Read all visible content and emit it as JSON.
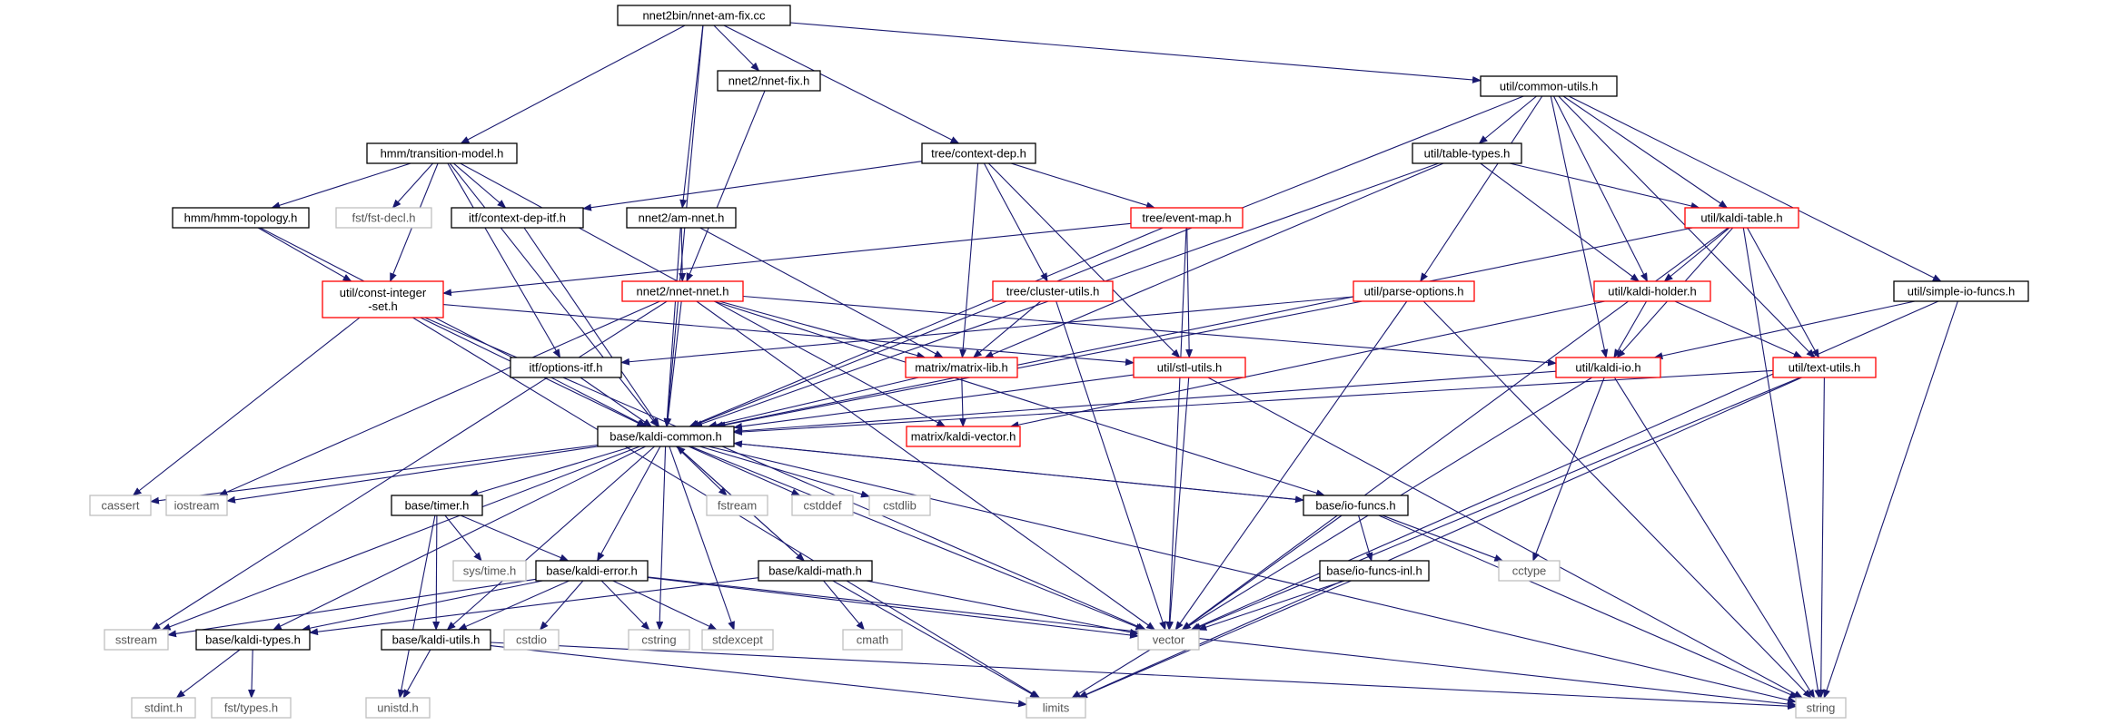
{
  "graph": {
    "colors": {
      "edge": "#191970",
      "root_fill": "#bfbfbf",
      "root_border": "#000000",
      "documented_border": "#000000",
      "incomplete_border": "#ff0000",
      "external_border": "#bfbfbf",
      "external_text": "#555555",
      "text": "#000000"
    },
    "nodes": [
      {
        "id": "root",
        "label": "nnet2bin/nnet-am-fix.cc",
        "kind": "root"
      },
      {
        "id": "nnetfix",
        "label": "nnet2/nnet-fix.h",
        "kind": "doc"
      },
      {
        "id": "commonutils",
        "label": "util/common-utils.h",
        "kind": "doc"
      },
      {
        "id": "transmodel",
        "label": "hmm/transition-model.h",
        "kind": "doc"
      },
      {
        "id": "contextdep",
        "label": "tree/context-dep.h",
        "kind": "doc"
      },
      {
        "id": "tabletypes",
        "label": "util/table-types.h",
        "kind": "doc"
      },
      {
        "id": "hmmtopo",
        "label": "hmm/hmm-topology.h",
        "kind": "doc"
      },
      {
        "id": "fstdecl",
        "label": "fst/fst-decl.h",
        "kind": "ext"
      },
      {
        "id": "ctxdepitf",
        "label": "itf/context-dep-itf.h",
        "kind": "doc"
      },
      {
        "id": "amnnet",
        "label": "nnet2/am-nnet.h",
        "kind": "doc"
      },
      {
        "id": "eventmap",
        "label": "tree/event-map.h",
        "kind": "red"
      },
      {
        "id": "kalditable",
        "label": "util/kaldi-table.h",
        "kind": "red"
      },
      {
        "id": "constint",
        "label": "util/const-integer\n-set.h",
        "kind": "red"
      },
      {
        "id": "nnetnnet",
        "label": "nnet2/nnet-nnet.h",
        "kind": "red"
      },
      {
        "id": "clusterutils",
        "label": "tree/cluster-utils.h",
        "kind": "red"
      },
      {
        "id": "parseopts",
        "label": "util/parse-options.h",
        "kind": "red"
      },
      {
        "id": "kaldiholder",
        "label": "util/kaldi-holder.h",
        "kind": "red"
      },
      {
        "id": "simpleio",
        "label": "util/simple-io-funcs.h",
        "kind": "doc"
      },
      {
        "id": "optionsitf",
        "label": "itf/options-itf.h",
        "kind": "doc"
      },
      {
        "id": "matrixlib",
        "label": "matrix/matrix-lib.h",
        "kind": "red"
      },
      {
        "id": "stlutils",
        "label": "util/stl-utils.h",
        "kind": "red"
      },
      {
        "id": "kaldiio",
        "label": "util/kaldi-io.h",
        "kind": "red"
      },
      {
        "id": "textutils",
        "label": "util/text-utils.h",
        "kind": "red"
      },
      {
        "id": "kaldicommon",
        "label": "base/kaldi-common.h",
        "kind": "doc"
      },
      {
        "id": "kaldivector",
        "label": "matrix/kaldi-vector.h",
        "kind": "red"
      },
      {
        "id": "cassert",
        "label": "cassert",
        "kind": "ext"
      },
      {
        "id": "iostream",
        "label": "iostream",
        "kind": "ext"
      },
      {
        "id": "timer",
        "label": "base/timer.h",
        "kind": "doc"
      },
      {
        "id": "fstream",
        "label": "fstream",
        "kind": "ext"
      },
      {
        "id": "cstddef",
        "label": "cstddef",
        "kind": "ext"
      },
      {
        "id": "cstdlib",
        "label": "cstdlib",
        "kind": "ext"
      },
      {
        "id": "iofuncs",
        "label": "base/io-funcs.h",
        "kind": "doc"
      },
      {
        "id": "systime",
        "label": "sys/time.h",
        "kind": "ext"
      },
      {
        "id": "kaldierror",
        "label": "base/kaldi-error.h",
        "kind": "doc"
      },
      {
        "id": "kaldimath",
        "label": "base/kaldi-math.h",
        "kind": "doc"
      },
      {
        "id": "iofuncsinl",
        "label": "base/io-funcs-inl.h",
        "kind": "doc"
      },
      {
        "id": "cctype",
        "label": "cctype",
        "kind": "ext"
      },
      {
        "id": "sstream",
        "label": "sstream",
        "kind": "ext"
      },
      {
        "id": "kalditypes",
        "label": "base/kaldi-types.h",
        "kind": "doc"
      },
      {
        "id": "kaldiutils",
        "label": "base/kaldi-utils.h",
        "kind": "doc"
      },
      {
        "id": "cstdio",
        "label": "cstdio",
        "kind": "ext"
      },
      {
        "id": "cstring",
        "label": "cstring",
        "kind": "ext"
      },
      {
        "id": "stdexcept",
        "label": "stdexcept",
        "kind": "ext"
      },
      {
        "id": "cmath",
        "label": "cmath",
        "kind": "ext"
      },
      {
        "id": "vector",
        "label": "vector",
        "kind": "ext"
      },
      {
        "id": "stdint",
        "label": "stdint.h",
        "kind": "ext"
      },
      {
        "id": "fsttypes",
        "label": "fst/types.h",
        "kind": "ext"
      },
      {
        "id": "unistd",
        "label": "unistd.h",
        "kind": "ext"
      },
      {
        "id": "limits",
        "label": "limits",
        "kind": "ext"
      },
      {
        "id": "string",
        "label": "string",
        "kind": "ext"
      }
    ],
    "edges": [
      [
        "root",
        "transmodel"
      ],
      [
        "root",
        "kaldicommon"
      ],
      [
        "root",
        "amnnet"
      ],
      [
        "root",
        "nnetfix"
      ],
      [
        "root",
        "contextdep"
      ],
      [
        "root",
        "commonutils"
      ],
      [
        "nnetfix",
        "nnetnnet"
      ],
      [
        "transmodel",
        "hmmtopo"
      ],
      [
        "transmodel",
        "fstdecl"
      ],
      [
        "transmodel",
        "ctxdepitf"
      ],
      [
        "transmodel",
        "constint"
      ],
      [
        "transmodel",
        "kaldicommon"
      ],
      [
        "transmodel",
        "optionsitf"
      ],
      [
        "transmodel",
        "kaldivector"
      ],
      [
        "contextdep",
        "ctxdepitf"
      ],
      [
        "contextdep",
        "eventmap"
      ],
      [
        "contextdep",
        "matrixlib"
      ],
      [
        "contextdep",
        "clusterutils"
      ],
      [
        "contextdep",
        "stlutils"
      ],
      [
        "commonutils",
        "kaldicommon"
      ],
      [
        "commonutils",
        "tabletypes"
      ],
      [
        "commonutils",
        "parseopts"
      ],
      [
        "commonutils",
        "kalditable"
      ],
      [
        "commonutils",
        "kaldiholder"
      ],
      [
        "commonutils",
        "kaldiio"
      ],
      [
        "commonutils",
        "textutils"
      ],
      [
        "commonutils",
        "simpleio"
      ],
      [
        "hmmtopo",
        "constint"
      ],
      [
        "hmmtopo",
        "kaldicommon"
      ],
      [
        "ctxdepitf",
        "kaldicommon"
      ],
      [
        "amnnet",
        "nnetnnet"
      ],
      [
        "amnnet",
        "kaldicommon"
      ],
      [
        "amnnet",
        "matrixlib"
      ],
      [
        "tabletypes",
        "kalditable"
      ],
      [
        "tabletypes",
        "kaldiholder"
      ],
      [
        "tabletypes",
        "matrixlib"
      ],
      [
        "tabletypes",
        "kaldicommon"
      ],
      [
        "eventmap",
        "constint"
      ],
      [
        "eventmap",
        "stlutils"
      ],
      [
        "eventmap",
        "vector"
      ],
      [
        "eventmap",
        "kaldicommon"
      ],
      [
        "kalditable",
        "kaldiholder"
      ],
      [
        "kalditable",
        "kaldiio"
      ],
      [
        "kalditable",
        "textutils"
      ],
      [
        "kalditable",
        "vector"
      ],
      [
        "kalditable",
        "string"
      ],
      [
        "kalditable",
        "kaldicommon"
      ],
      [
        "constint",
        "kaldicommon"
      ],
      [
        "constint",
        "cassert"
      ],
      [
        "constint",
        "vector"
      ],
      [
        "constint",
        "limits"
      ],
      [
        "constint",
        "stlutils"
      ],
      [
        "nnetnnet",
        "kaldicommon"
      ],
      [
        "nnetnnet",
        "matrixlib"
      ],
      [
        "nnetnnet",
        "kaldiio"
      ],
      [
        "nnetnnet",
        "iostream"
      ],
      [
        "nnetnnet",
        "sstream"
      ],
      [
        "nnetnnet",
        "iofuncs"
      ],
      [
        "nnetnnet",
        "vector"
      ],
      [
        "clusterutils",
        "matrixlib"
      ],
      [
        "clusterutils",
        "vector"
      ],
      [
        "parseopts",
        "optionsitf"
      ],
      [
        "parseopts",
        "kaldicommon"
      ],
      [
        "parseopts",
        "vector"
      ],
      [
        "parseopts",
        "string"
      ],
      [
        "kaldiholder",
        "kaldiio"
      ],
      [
        "kaldiholder",
        "textutils"
      ],
      [
        "kaldiholder",
        "kaldivector"
      ],
      [
        "simpleio",
        "kaldiio"
      ],
      [
        "simpleio",
        "vector"
      ],
      [
        "simpleio",
        "string"
      ],
      [
        "optionsitf",
        "kaldicommon"
      ],
      [
        "matrixlib",
        "kaldivector"
      ],
      [
        "matrixlib",
        "kaldicommon"
      ],
      [
        "stlutils",
        "kaldicommon"
      ],
      [
        "stlutils",
        "vector"
      ],
      [
        "stlutils",
        "string"
      ],
      [
        "kaldiio",
        "kaldicommon"
      ],
      [
        "kaldiio",
        "cctype"
      ],
      [
        "kaldiio",
        "limits"
      ],
      [
        "kaldiio",
        "string"
      ],
      [
        "textutils",
        "kaldicommon"
      ],
      [
        "textutils",
        "vector"
      ],
      [
        "textutils",
        "limits"
      ],
      [
        "textutils",
        "string"
      ],
      [
        "kaldicommon",
        "cassert"
      ],
      [
        "kaldicommon",
        "iostream"
      ],
      [
        "kaldicommon",
        "timer"
      ],
      [
        "kaldicommon",
        "fstream"
      ],
      [
        "kaldicommon",
        "cstddef"
      ],
      [
        "kaldicommon",
        "cstdlib"
      ],
      [
        "kaldicommon",
        "iofuncs"
      ],
      [
        "kaldicommon",
        "kaldierror"
      ],
      [
        "kaldicommon",
        "kaldimath"
      ],
      [
        "kaldicommon",
        "sstream"
      ],
      [
        "kaldicommon",
        "kalditypes"
      ],
      [
        "kaldicommon",
        "kaldiutils"
      ],
      [
        "kaldicommon",
        "cstring"
      ],
      [
        "kaldicommon",
        "stdexcept"
      ],
      [
        "kaldicommon",
        "vector"
      ],
      [
        "kaldicommon",
        "string"
      ],
      [
        "timer",
        "systime"
      ],
      [
        "timer",
        "kaldierror"
      ],
      [
        "timer",
        "kaldiutils"
      ],
      [
        "timer",
        "unistd"
      ],
      [
        "iofuncs",
        "iofuncsinl"
      ],
      [
        "iofuncs",
        "cctype"
      ],
      [
        "iofuncs",
        "vector"
      ],
      [
        "iofuncs",
        "string"
      ],
      [
        "iofuncs",
        "kaldicommon"
      ],
      [
        "kaldierror",
        "sstream"
      ],
      [
        "kaldierror",
        "kalditypes"
      ],
      [
        "kaldierror",
        "kaldiutils"
      ],
      [
        "kaldierror",
        "cstdio"
      ],
      [
        "kaldierror",
        "cstring"
      ],
      [
        "kaldierror",
        "stdexcept"
      ],
      [
        "kaldierror",
        "vector"
      ],
      [
        "kaldierror",
        "string"
      ],
      [
        "kaldimath",
        "kaldicommon"
      ],
      [
        "kaldimath",
        "kalditypes"
      ],
      [
        "kaldimath",
        "cmath"
      ],
      [
        "kaldimath",
        "vector"
      ],
      [
        "kaldimath",
        "limits"
      ],
      [
        "iofuncsinl",
        "vector"
      ],
      [
        "iofuncsinl",
        "limits"
      ],
      [
        "kalditypes",
        "stdint"
      ],
      [
        "kalditypes",
        "fsttypes"
      ],
      [
        "kaldiutils",
        "unistd"
      ],
      [
        "kaldiutils",
        "limits"
      ],
      [
        "kaldiutils",
        "string"
      ]
    ]
  }
}
